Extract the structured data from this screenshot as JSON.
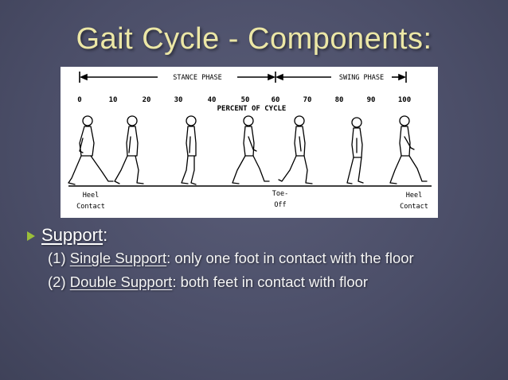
{
  "slide": {
    "title": "Gait Cycle - Components:"
  },
  "figure": {
    "stance_label": "STANCE PHASE",
    "swing_label": "SWING PHASE",
    "ticks": [
      "0",
      "10",
      "20",
      "30",
      "40",
      "50",
      "60",
      "70",
      "80",
      "90",
      "100"
    ],
    "axis_label": "PERCENT OF CYCLE",
    "bottom_labels": {
      "left_1": "Heel",
      "left_2": "Contact",
      "mid_1": "Toe-",
      "mid_2": "Off",
      "right_1": "Heel",
      "right_2": "Contact"
    }
  },
  "bullet": {
    "heading": "Support",
    "colon": ":",
    "items": [
      {
        "prefix": "(1) ",
        "term": "Single Support",
        "text": ": only one foot in contact with the floor"
      },
      {
        "prefix": "(2) ",
        "term": "Double Support",
        "text": ": both feet in contact with floor"
      }
    ]
  }
}
